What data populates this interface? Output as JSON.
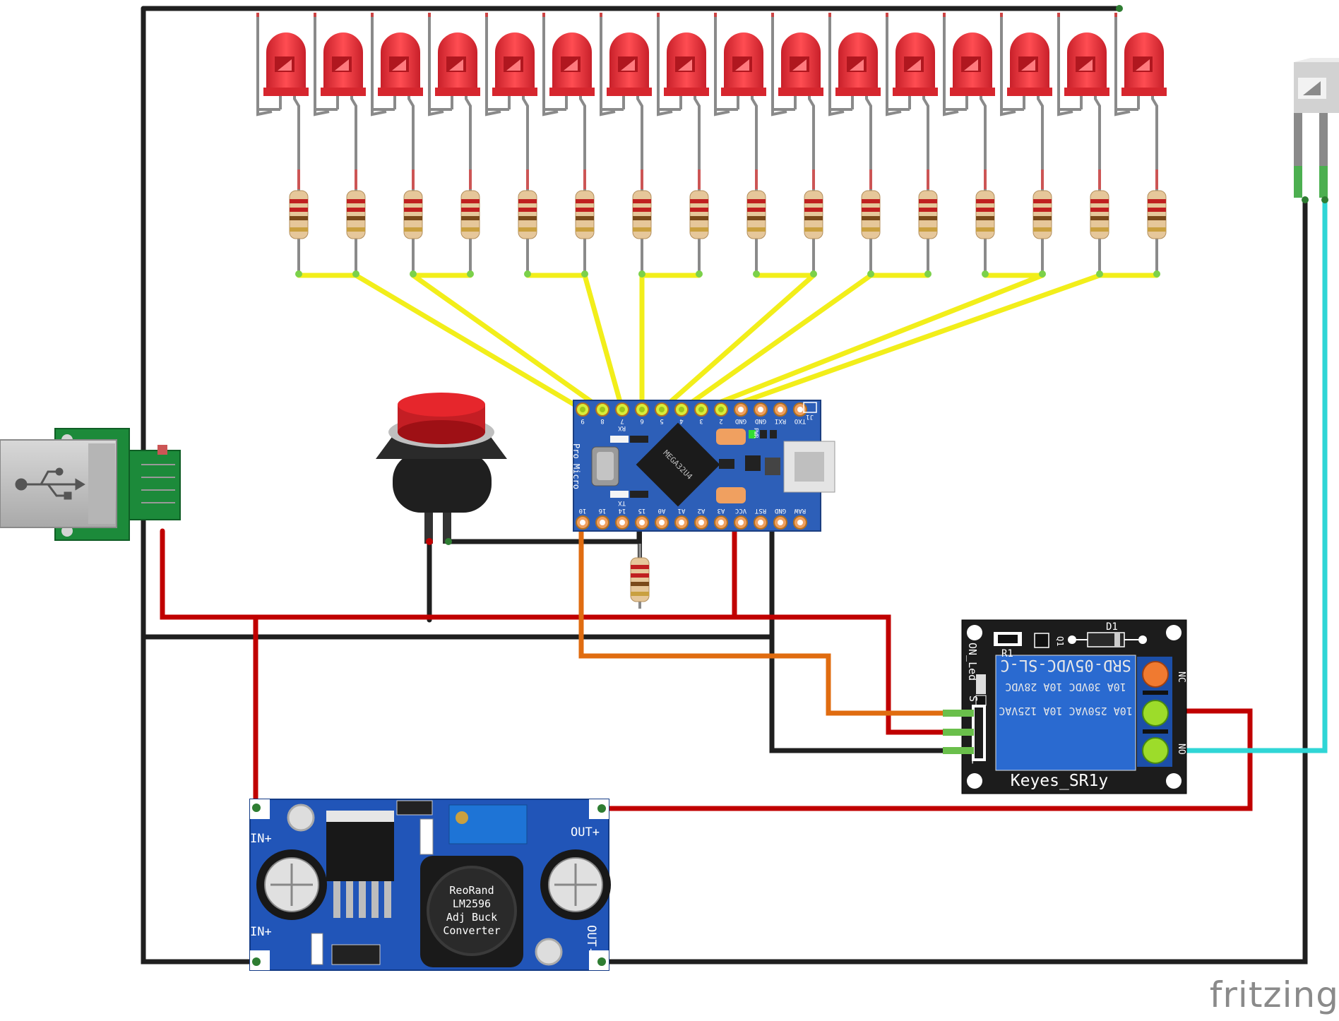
{
  "watermark": "fritzing",
  "pro_micro": {
    "name": "Pro Micro",
    "chip": "MEGA32U4",
    "top_pins": [
      "9",
      "8",
      "7",
      "6",
      "5",
      "4",
      "3",
      "2",
      "GND",
      "GND",
      "RXI",
      "TXO"
    ],
    "bottom_pins": [
      "10",
      "16",
      "14",
      "15",
      "A0",
      "A1",
      "A2",
      "A3",
      "VCC",
      "RST",
      "GND",
      "RAW"
    ],
    "rx": "RX",
    "tx": "TX",
    "pwr": "PWR",
    "j1": "J1"
  },
  "relay": {
    "name": "Keyes_SR1y",
    "r1": "R1",
    "q1": "Q1",
    "d1": "D1",
    "relay_model": "SRD-05VDC-SL-C",
    "ratings": [
      "10A 30VDC 10A 28VDC",
      "10A 250VAC 10A 125VAC"
    ],
    "nc": "NC",
    "no": "NO",
    "on_led": "ON_Led",
    "pins": [
      "S",
      "+",
      "-"
    ]
  },
  "buck": {
    "lines": [
      "ReoRand",
      "LM2596",
      "Adj Buck",
      "Converter"
    ],
    "in_plus": "IN+",
    "in_minus": "IN+",
    "out_plus": "OUT+",
    "out_minus": "OUT-"
  },
  "colors": {
    "wire_black": "#1f1f1f",
    "wire_red": "#c00000",
    "wire_yellow": "#f2ee1a",
    "wire_orange": "#e06c10",
    "wire_cyan": "#2fd6d6",
    "led_red": "#e8343a",
    "board_blue": "#2d5fb8",
    "relay_black": "#1c1c1c"
  },
  "components": {
    "led_count": 16,
    "resistor_count": 17
  }
}
